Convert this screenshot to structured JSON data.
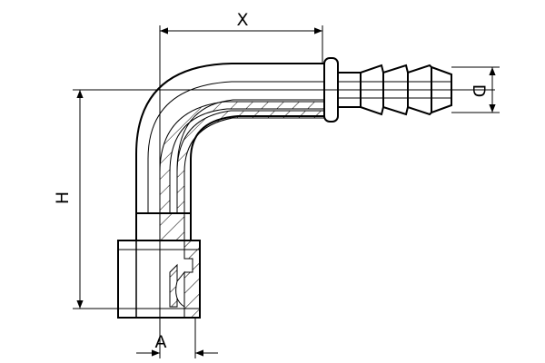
{
  "dimensions": {
    "x_label": "X",
    "h_label": "H",
    "d_label": "D",
    "a_label": "A"
  },
  "colors": {
    "line": "#000000",
    "background": "#ffffff"
  }
}
